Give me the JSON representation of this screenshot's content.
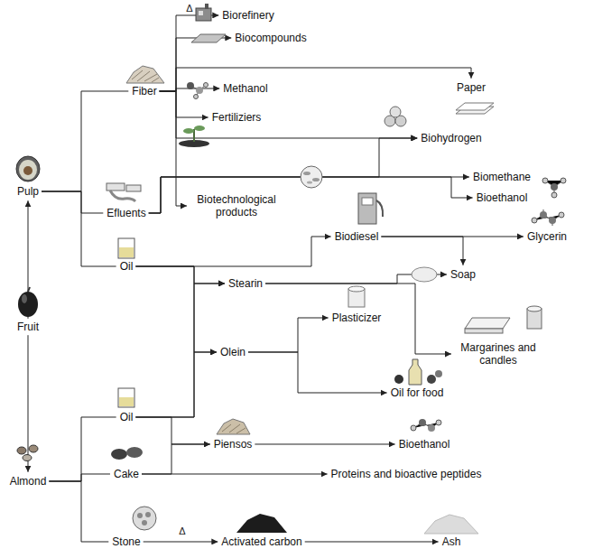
{
  "diagram": {
    "nodes": [
      {
        "text": [
          "Pulp"
        ]
      },
      {
        "text": [
          "Fiber"
        ]
      },
      {
        "text": [
          "Biorefinery"
        ]
      },
      {
        "text": [
          "Biocompounds"
        ]
      },
      {
        "text": [
          "Paper"
        ]
      },
      {
        "text": [
          "Methanol"
        ]
      },
      {
        "text": [
          "Fertiliziers"
        ]
      },
      {
        "text": [
          "Biohydrogen"
        ]
      },
      {
        "text": [
          "Efluents"
        ]
      },
      {
        "text": [
          "Biotechnological products"
        ]
      },
      {
        "text": [
          "Biomethane"
        ]
      },
      {
        "text": [
          "Bioethanol"
        ]
      },
      {
        "text": [
          "Oil"
        ]
      },
      {
        "text": [
          "Biodiesel"
        ]
      },
      {
        "text": [
          "Glycerin"
        ]
      },
      {
        "text": [
          "Stearin"
        ]
      },
      {
        "text": [
          "Soap"
        ]
      },
      {
        "text": [
          "Fruit"
        ]
      },
      {
        "text": [
          "Plasticizer"
        ]
      },
      {
        "text": [
          "Margarines and candles"
        ]
      },
      {
        "text": [
          "Olein"
        ]
      },
      {
        "text": [
          "Oil for food"
        ]
      },
      {
        "text": [
          "Oil"
        ]
      },
      {
        "text": [
          "Almond"
        ]
      },
      {
        "text": [
          "Piensos"
        ]
      },
      {
        "text": [
          "Bioethanol"
        ]
      },
      {
        "text": [
          "Cake"
        ]
      },
      {
        "text": [
          "Proteins and bioactive peptides"
        ]
      },
      {
        "text": [
          "Stone"
        ]
      },
      {
        "text": [
          "Activated carbon"
        ]
      },
      {
        "text": [
          "Ash"
        ]
      }
    ],
    "edges": [
      {
        "from": 17,
        "to": 0,
        "arrow": "to"
      },
      {
        "from": 17,
        "to": 23,
        "arrow": "to"
      },
      {
        "from": 0,
        "to": 1,
        "arrow": "none"
      },
      {
        "from": 0,
        "to": 8,
        "arrow": "none"
      },
      {
        "from": 0,
        "to": 12,
        "arrow": "none"
      },
      {
        "from": 1,
        "to": 2,
        "arrow": "to"
      },
      {
        "from": 1,
        "to": 3,
        "arrow": "to"
      },
      {
        "from": 1,
        "to": 4,
        "arrow": "to"
      },
      {
        "from": 1,
        "to": 5,
        "arrow": "to"
      },
      {
        "from": 1,
        "to": 6,
        "arrow": "to"
      },
      {
        "from": 1,
        "to": 7,
        "arrow": "to"
      },
      {
        "from": 1,
        "to": 9,
        "arrow": "to"
      },
      {
        "from": 8,
        "to": 7,
        "arrow": "to"
      },
      {
        "from": 8,
        "to": 10,
        "arrow": "to"
      },
      {
        "from": 8,
        "to": 11,
        "arrow": "to"
      },
      {
        "from": 12,
        "to": 13,
        "arrow": "to"
      },
      {
        "from": 12,
        "to": 15,
        "arrow": "to"
      },
      {
        "from": 12,
        "to": 20,
        "arrow": "to"
      },
      {
        "from": 22,
        "to": 15,
        "arrow": "to"
      },
      {
        "from": 22,
        "to": 20,
        "arrow": "to"
      },
      {
        "from": 13,
        "to": 14,
        "arrow": "to"
      },
      {
        "from": 13,
        "to": 16,
        "arrow": "to"
      },
      {
        "from": 15,
        "to": 16,
        "arrow": "to"
      },
      {
        "from": 15,
        "to": 19,
        "arrow": "to"
      },
      {
        "from": 20,
        "to": 18,
        "arrow": "to"
      },
      {
        "from": 20,
        "to": 21,
        "arrow": "to"
      },
      {
        "from": 23,
        "to": 22,
        "arrow": "none"
      },
      {
        "from": 23,
        "to": 26,
        "arrow": "none"
      },
      {
        "from": 23,
        "to": 28,
        "arrow": "none"
      },
      {
        "from": 22,
        "to": 24,
        "arrow": "to"
      },
      {
        "from": 26,
        "to": 24,
        "arrow": "to"
      },
      {
        "from": 26,
        "to": 27,
        "arrow": "to"
      },
      {
        "from": 24,
        "to": 25,
        "arrow": "to"
      },
      {
        "from": 28,
        "to": 29,
        "arrow": "to"
      },
      {
        "from": 29,
        "to": 30,
        "arrow": "to"
      }
    ],
    "labels": [
      "Δ",
      "Δ"
    ]
  }
}
